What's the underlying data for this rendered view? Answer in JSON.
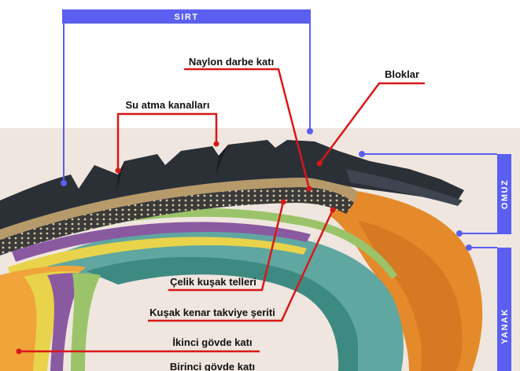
{
  "sections": {
    "sirt": "SIRT",
    "omuz": "OMUZ",
    "yanak": "YANAK"
  },
  "labels": {
    "naylon": "Naylon darbe katı",
    "bloklar": "Bloklar",
    "su_atma": "Su atma kanalları",
    "celik": "Çelik kuşak telleri",
    "kusak_kenar": "Kuşak kenar takviye şeriti",
    "ikinci": "İkinci gövde katı",
    "birinci": "Birinci gövde katı"
  },
  "colors": {
    "bracket": "#5a5ff0",
    "leader": "#d81818",
    "tread": "#2b3037",
    "orange": "#e58a2a",
    "background_band": "#efe6df"
  }
}
